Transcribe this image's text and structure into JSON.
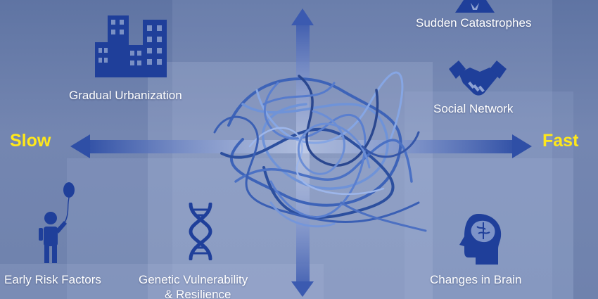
{
  "axis": {
    "slow_label": "Slow",
    "fast_label": "Fast",
    "label_color": "#ffe81a"
  },
  "factors": {
    "gradual_urbanization": "Gradual Urbanization",
    "sudden_catastrophes": "Sudden Catastrophes",
    "social_network": "Social Network",
    "early_risk_factors": "Early  Risk Factors",
    "genetic_line1": "Genetic Vulnerability",
    "genetic_line2": "& Resilience",
    "changes_in_brain": "Changes in Brain"
  },
  "icons": {
    "urbanization": "buildings-icon",
    "catastrophes": "disaster-icon",
    "social": "handshake-icon",
    "early": "child-with-balloon-icon",
    "genetic": "dna-icon",
    "brain": "head-brain-icon",
    "center": "tangled-rope-image"
  },
  "colors": {
    "icon_blue": "#1f3f9a",
    "text": "#ffffff",
    "arrow": "#4f68b4"
  }
}
